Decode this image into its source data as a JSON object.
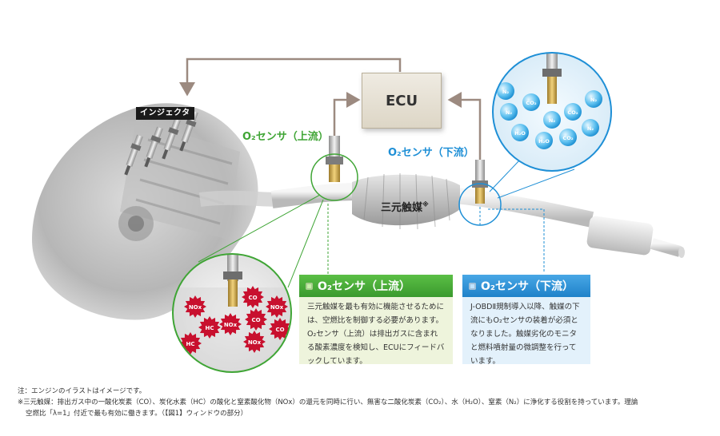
{
  "labels": {
    "injector": "インジェクタ",
    "ecu": "ECU",
    "o2_upstream": "O₂センサ（上流）",
    "o2_downstream": "O₂センサ（下流）",
    "catalyst": "三元触媒",
    "catalyst_mark": "※"
  },
  "panels": {
    "upstream": {
      "title": "O₂センサ（上流）",
      "body": "三元触媒を最も有効に機能させるためには、空燃比を制御する必要があります。O₂センサ（上流）は排出ガスに含まれる酸素濃度を検知し、ECUにフィードバックしています。"
    },
    "downstream": {
      "title": "O₂センサ（下流）",
      "body": "J-OBDⅡ規制導入以降、触媒の下流にもO₂センサの装着が必須となりました。触媒劣化のモニタと燃料噴射量の微調整を行っています。"
    }
  },
  "gases": {
    "upstream": [
      "NOx",
      "CO",
      "NOx",
      "HC",
      "NOx",
      "CO",
      "HC",
      "NOx",
      "CO"
    ],
    "downstream": [
      "N₂",
      "CO₂",
      "N₂",
      "CO₂",
      "N₂",
      "H₂O",
      "CO₂",
      "N₂",
      "H₂O",
      "N₂"
    ]
  },
  "notes": {
    "line1": "注：エンジンのイラストはイメージです。",
    "line2": "※三元触媒：排出ガス中の一酸化炭素（CO）、炭化水素（HC）の酸化と窒素酸化物（NOx）の還元を同時に行い、無害な二酸化炭素（CO₂）、水（H₂O）、窒素（N₂）に浄化する役割を持っています。理論",
    "line3": "空燃比「λ=1」付近で最も有効に働きます。（【図1】ウィンドウの部分）"
  },
  "colors": {
    "green": "#3fa535",
    "blue": "#1e8fd6",
    "arrow": "#9c8a80",
    "pollutant": "#c8102e"
  }
}
